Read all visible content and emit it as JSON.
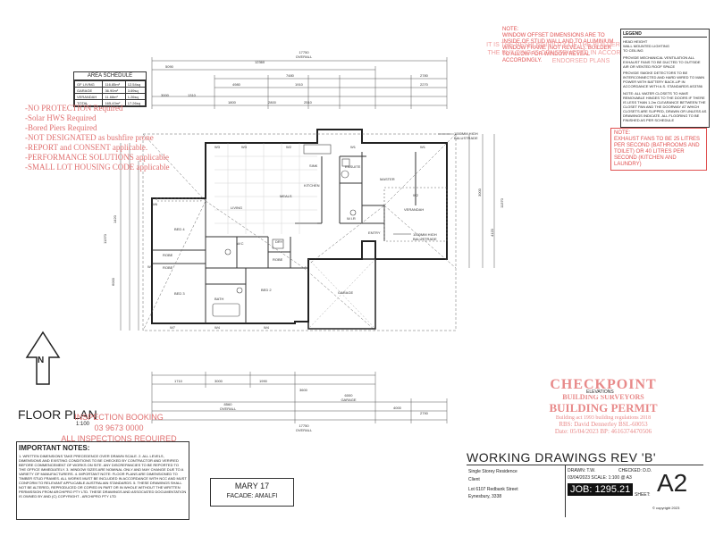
{
  "area_schedule": {
    "title": "AREA SCHEDULE",
    "rows": [
      {
        "label": "GF LIVING",
        "m2": "116.85m²",
        "sq": "12.54sq"
      },
      {
        "label": "GARAGE",
        "m2": "36.90m²",
        "sq": "3.69sq"
      },
      {
        "label": "VERANDAH",
        "m2": "11.68m²",
        "sq": "1.26sq"
      },
      {
        "label": "TOTAL",
        "m2": "165.43m²",
        "sq": "17.26sq"
      }
    ]
  },
  "stamp_notes": [
    "-NO PROTECTION Required",
    "-Solar HWS Required",
    "-Bored Piers Required",
    "-NOT DESIGNATED as bushfire prone",
    "-REPORT and CONSENT applicable.",
    "-PERFORMANCE SOLUTIONS applicable",
    "-SMALL LOT HOUSING CODE applicable"
  ],
  "window_note": {
    "heading": "NOTE:",
    "text": "WINDOW OFFSET DIMENSIONS ARE TO INSIDE OF STUD WALL AND TO ALUMINIUM WINDOW FRAME (NOT REVEAL). BUILDER TO ALLOW FOR WINDOW REVEAL ACCORDINGLY."
  },
  "faint_stamp": "IT IS THE RESPONSIBILITY OF THE BUILDER TO ENSURE THAT THE BUILDING IS CONSTRUCTED IN ACCORDANCE WITH THE ENDORSED PLANS",
  "legend": {
    "title": "LEGEND",
    "items": [
      "HEAD HEIGHT",
      "WALL MOUNTED LIGHTING",
      "TO CEILING"
    ],
    "notes": [
      "PROVIDE MECHANICAL VENTILATION ALL EXHAUST FANS TO BE DUCTED TO OUTSIDE AIR OR VENTED ROOF SPACE",
      "PROVIDE SMOKE DETECTORS TO BE INTERCONNECTED AND HARD WIRED TO MAIN POWER WITH BATTERY BACK-UP IN ACCORDANCE WITH A.S. STANDARDS AS3786"
    ],
    "general_note": "NOTE: ALL WATER CLOSETS TO HAVE REMOVABLE HINGES TO THE DOORS IF THERE IS LESS THAN 1.2m CLEARANCE BETWEEN THE CLOSET PAN AND THE DOORWAY AT WHICH CLOSETS ARE SLIPPED, DRAWN OR UNLESS AS DRAWINGS INDICATE. ALL FLOORING TO BE FINISHED AS PER SCHEDULE"
  },
  "exhaust_note": {
    "heading": "NOTE:",
    "text": "EXHAUST FANS TO BE 25 LITRES PER SECOND (BATHROOMS AND TOILET) OR 40 LITRES PER SECOND (KITCHEN AND LAUNDRY)"
  },
  "rooms": {
    "living": "LIVING",
    "meals": "MEALS",
    "kitchen": "KITCHEN",
    "master": "MASTER",
    "verandah": "VERANDAH",
    "ensuite": "ENSUITE",
    "wir": "W.I.R",
    "entry": "ENTRY",
    "bed4": "BED 4",
    "bed3": "BED 3",
    "bed2": "BED 2",
    "robe1": "ROBE",
    "robe2": "ROBE",
    "robe3": "ROBE",
    "wc": "W.C",
    "dry": "DRY",
    "bath": "BATH",
    "garage": "GARAGE",
    "sink": "SINK",
    "balustrade1": "1000mm HIGH BALUSTRADE",
    "balustrade2": "1000mm HIGH BALUSTRADE"
  },
  "dimensions": {
    "top_overall": "17750",
    "top_overall_sub": "OVERALL",
    "top_mid": "12360",
    "top_mid_sub": "OVERALL",
    "top_left": "5090",
    "top_row2": [
      "7480",
      "2780"
    ],
    "top_row3": [
      "4980",
      "1910",
      "2270"
    ],
    "bottom_overall": "17750",
    "bottom_overall_sub": "OVERALL",
    "bottom_mid": "8560",
    "bottom_mid_sub": "OVERALL",
    "bottom_right": "6000",
    "bottom_right_sub": "GARAGE",
    "bottom_far": "2790",
    "left_overall": "11370",
    "right_overall": "11370"
  },
  "north_label": "N",
  "floor_plan": {
    "title": "FLOOR PLAN",
    "scale": "1:100"
  },
  "inspection": {
    "line1": "INSPECTION BOOKING",
    "line2": "03 9673 0000",
    "line3": "ALL INSPECTIONS REQUIRED"
  },
  "important_notes": {
    "title": "IMPORTANT NOTES:",
    "text": "1. WRITTEN DIMENSIONS TAKE PRECEDENCE OVER DRAWN SCALE. 2. ALL LEVELS, DIMENSIONS AND EXISTING CONDITIONS TO BE CHECKED BY CONTRACTOR AND VERIFIED BEFORE COMMENCEMENT OF WORKS ON SITE. ANY DISCREPANCIES TO BE REPORTED TO THE OFFICE IMMEDIATELY. 3. WINDOW SIZES ARE NOMINAL ONLY AND MAY CHANGE DUE TO A VARIETY OF MANUFACTURERS. 4. IMPORTANT NOTE: FLOOR PLANS ARE DIMENSIONED TO TIMBER STUD FRAMES. ALL WORKS MUST BE INCLUDED IN ACCORDANCE WITH NCC AND MUST CONFORM TO RELEVANT APPLICABLE AUSTRALIAN STANDARDS. 5. THESE DRAWINGS SHALL NOT BE ALTERED, REPRODUCED OR COPIED IN PART OR IN WHOLE WITHOUT THE WRITTEN PERMISSION FROM ARCHIPRO PTY LTD. THESE DRAWINGS AND ASSOCIATED DOCUMENTATION IS OWNED BY AND (C) COPYRIGHT - ARCHIPRO PTY LTD"
  },
  "design": {
    "name": "MARY 17",
    "facade": "FACADE: AMALFI"
  },
  "checkpoint": {
    "brand": "CHECKPOINT",
    "line1": "BUILDING SURVEYORS",
    "line2": "BUILDING PERMIT",
    "line3": "Building act 1993 building regulations 2018",
    "line4": "RBS: David Dennerley  BSL-60053",
    "line5": "Date: 05/04/2023  BP: 4616374470506"
  },
  "elevations_tag": "ELEVATIONS",
  "title_block": {
    "heading": "WORKING DRAWINGS REV 'B'",
    "project": "Single Storey Residence",
    "client": "Client",
    "address1": "Lot 6107 Redbank Street",
    "address2": "Eynesbury, 3338",
    "drawn": "DRAWN:  T.W.",
    "checked": "CHECKED:  D.D.",
    "date_scale": "03/04/2023   SCALE: 1:100 @ A3",
    "job": "JOB: 1295.21",
    "sheet_label": "SHEET:",
    "sheet": "A2",
    "copyright": "© copyright 2023"
  },
  "colors": {
    "stamp_red": "#e05050",
    "stamp_pink": "#e88a8a",
    "line": "#333333"
  }
}
